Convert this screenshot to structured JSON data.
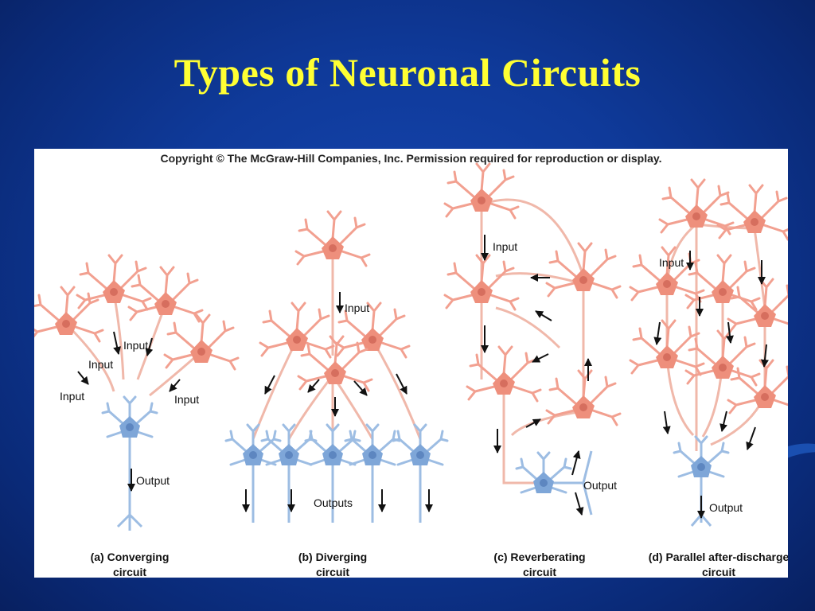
{
  "slide": {
    "title": "Types of Neuronal Circuits"
  },
  "figure": {
    "copyright": "Copyright © The McGraw-Hill Companies, Inc. Permission required for reproduction or display.",
    "panels": {
      "converging": {
        "inputs": [
          "Input",
          "Input",
          "Input",
          "Input"
        ],
        "output": "Output",
        "caption_line1": "(a) Converging",
        "caption_line2": "circuit"
      },
      "diverging": {
        "input": "Input",
        "outputs": "Outputs",
        "caption_line1": "(b) Diverging",
        "caption_line2": "circuit"
      },
      "reverberating": {
        "input": "Input",
        "output": "Output",
        "caption_line1": "(c) Reverberating",
        "caption_line2": "circuit"
      },
      "parallel": {
        "input": "Input",
        "output": "Output",
        "caption_line1": "(d) Parallel after-discharge",
        "caption_line2": "circuit"
      }
    }
  },
  "colors": {
    "background": "#0f3a9a",
    "title": "#ffff33",
    "presynaptic_neuron": "#f2a090",
    "postsynaptic_neuron": "#8fb3dd",
    "axon": "#f0b8aa"
  }
}
